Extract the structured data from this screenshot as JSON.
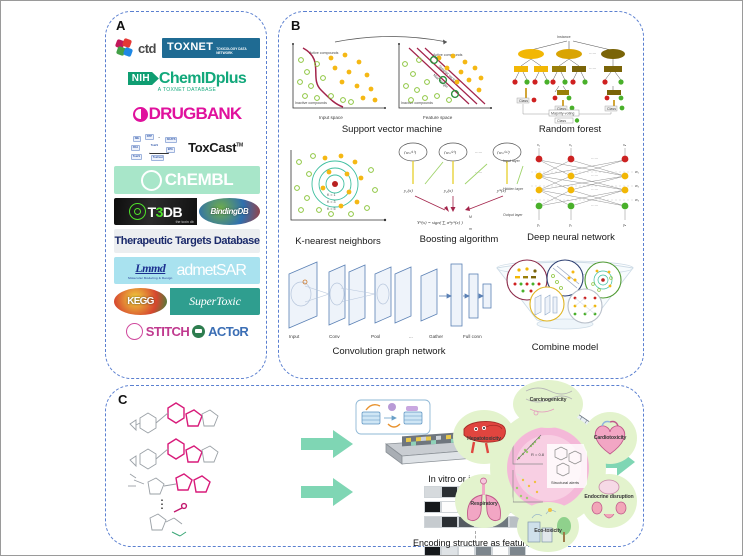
{
  "figure": {
    "panels": [
      {
        "letter": "A",
        "theme": "toxicity databases"
      },
      {
        "letter": "B",
        "theme": "machine learning algorithms"
      },
      {
        "letter": "C",
        "theme": "toxicity prediction workflow"
      }
    ]
  },
  "panelA": {
    "letter": "A",
    "databases": [
      {
        "id": "ctd",
        "name": "ctd",
        "style": "logo-mark"
      },
      {
        "id": "toxnet",
        "name": "TOXNET",
        "subtitle": "TOXICOLOGY DATA NETWORK"
      },
      {
        "id": "chemidplus",
        "badge": "NIH",
        "name": "ChemIDplus",
        "subtitle": "A TOXNET DATABASE"
      },
      {
        "id": "drugbank",
        "name": "DRUGBANK"
      },
      {
        "id": "toxcast",
        "name": "ToxCast",
        "trademark": "TM",
        "cluster": [
          "FDA",
          "Tox21",
          "EPA",
          "NIH",
          "NTP",
          "NCATS",
          "ToxCast"
        ]
      },
      {
        "id": "chembl",
        "name": "ChEMBL"
      },
      {
        "id": "t3db",
        "name": "T3DB",
        "subtitle": "the toxin and toxin target database"
      },
      {
        "id": "bindingdb",
        "name": "BindingDB"
      },
      {
        "id": "ttd",
        "name": "Therapeutic Targets Database"
      },
      {
        "id": "lmmd",
        "name": "Lmmd",
        "subtitle": "Molecular Modeling & Design"
      },
      {
        "id": "admetsar",
        "name": "admetSAR"
      },
      {
        "id": "kegg",
        "name": "KEGG"
      },
      {
        "id": "supertoxic",
        "name": "SuperToxic"
      },
      {
        "id": "stitch",
        "name": "STITCH"
      },
      {
        "id": "actor",
        "name": "ACToR"
      }
    ]
  },
  "panelB": {
    "letter": "B",
    "models": [
      {
        "id": "svm",
        "caption": "Support vector machine",
        "subplots": [
          {
            "axis_label": "Input space",
            "annotations": [
              "Active compounds",
              "Inactive compounds"
            ]
          },
          {
            "axis_label": "Feature space",
            "annotations": [
              "Active compounds",
              "Inactive compounds",
              "Support vectors",
              "Max margin"
            ]
          }
        ],
        "classes": [
          "Active compounds",
          "Inactive compounds"
        ],
        "colors": {
          "active": "#f5b814",
          "inactive": "#8dc63f",
          "boundary": "#a3244b"
        }
      },
      {
        "id": "random-forest",
        "caption": "Random forest",
        "root_label": "Instance",
        "vote_label": "Majority-voting",
        "leaf_label": "Class",
        "tree_count": 3,
        "colors": {
          "root": "#f2b705",
          "branch": "#8a7410",
          "positive": "#49b02a",
          "negative": "#cf2020"
        }
      },
      {
        "id": "knn",
        "caption": "K-nearest neighbors",
        "rings": [
          "K = 1",
          "K = 3",
          "K = 5"
        ],
        "colors": {
          "active": "#f5b814",
          "inactive": "#8dc63f",
          "query": "#b82020",
          "ring": "#3fbfa0"
        }
      },
      {
        "id": "boosting",
        "caption": "Boosting algorithm",
        "weights": [
          "{w_n^(1)}",
          "{w_n^(2)}",
          "{w_n^(M)}"
        ],
        "learners": [
          "y₁(x)",
          "y₂(x)",
          "y_M(x)"
        ],
        "ellipsis": "······",
        "formula": "Yₘ(x) = sign( ∑ αₘyₘ(x) )"
      },
      {
        "id": "dnn",
        "caption": "Deep neural network",
        "layer_labels": [
          "Input layer",
          "Hidden layer",
          "Output layer"
        ],
        "inputs": [
          "x₁",
          "x₂",
          "xₙ"
        ],
        "outputs": [
          "y₁",
          "y₂",
          "yₙ"
        ],
        "weights": [
          "w₁",
          "w₂",
          "w₃"
        ],
        "colors": {
          "input": "#cc2222",
          "hidden": "#f2b705",
          "output": "#49b02a"
        }
      },
      {
        "id": "cgn",
        "caption": "Convolution graph network",
        "layers": [
          "Input",
          "Conv",
          "Pool",
          "...",
          "Gather",
          "Full conn"
        ]
      },
      {
        "id": "combine",
        "caption": "Combine model",
        "member_rings": [
          "random-forest",
          "svm",
          "knn",
          "cgn",
          "dnn"
        ]
      }
    ]
  },
  "panelC": {
    "letter": "C",
    "captions": {
      "assay": "In vitro or in vivo assay",
      "features": "Encoding structure as features"
    },
    "structures_ellipsis": "⋮",
    "center": {
      "scatter_label": "R = 0.8",
      "alerts_label": "Structural alerts"
    },
    "endpoints": [
      {
        "id": "carcinogenicity",
        "label": "Carcinogenicity",
        "icon": "dna-icon"
      },
      {
        "id": "cardiotoxicity",
        "label": "Cardiotoxicity",
        "icon": "heart-icon"
      },
      {
        "id": "endocrine-disruption",
        "label": "Endocrine disruption",
        "icon": "endocrine-icon"
      },
      {
        "id": "eco-toxicity",
        "label": "Eco-toxicity",
        "icon": "environment-icon"
      },
      {
        "id": "respiratory",
        "label": "Respiratory",
        "icon": "lungs-icon"
      },
      {
        "id": "hepatotoxicity",
        "label": "Hepatotoxicity",
        "icon": "liver-icon"
      }
    ],
    "colors": {
      "arrow": "#7fd6b4",
      "center_fill": "#f4b8d8",
      "node_fill": "#ddf0c2"
    }
  }
}
